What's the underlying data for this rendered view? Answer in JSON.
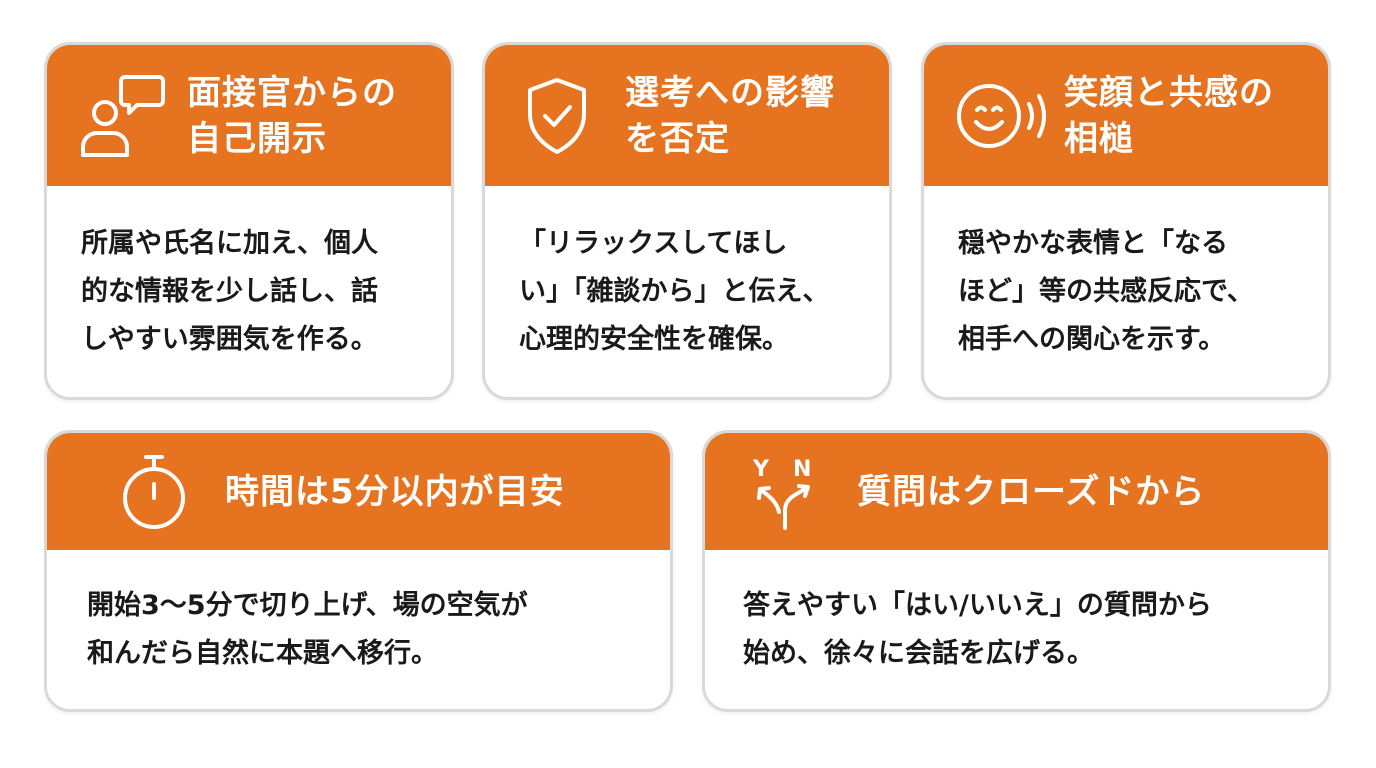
{
  "cards": [
    {
      "icon": "person-speech-bubble-icon",
      "title_lines": [
        "面接官からの",
        "自己開示"
      ],
      "body_lines": [
        "所属や氏名に加え、個人",
        "的な情報を少し話し、話",
        "しやすい雰囲気を作る。"
      ]
    },
    {
      "icon": "shield-check-icon",
      "title_lines": [
        "選考への影響",
        "を否定"
      ],
      "body_lines": [
        "「リラックスしてほし",
        "い」「雑談から」と伝え、",
        "心理的安全性を確保。"
      ]
    },
    {
      "icon": "smiling-face-icon",
      "title_lines": [
        "笑顔と共感の",
        "相槌"
      ],
      "body_lines": [
        "穏やかな表情と「なる",
        "ほど」等の共感反応で、",
        "相手への関心を示す。"
      ]
    },
    {
      "icon": "stopwatch-icon",
      "title_lines": [
        "時間は5分以内が目安"
      ],
      "body_lines": [
        "開始3～5分で切り上げ、場の空気が",
        "和んだら自然に本題へ移行。"
      ]
    },
    {
      "icon": "yes-no-branch-icon",
      "icon_letters": [
        "Y",
        "N"
      ],
      "title_lines": [
        "質問はクローズドから"
      ],
      "body_lines": [
        "答えやすい「はい/いいえ」の質問から",
        "始め、徐々に会話を広げる。"
      ]
    }
  ],
  "colors": {
    "header": "#e57320",
    "border": "#d9d9d9",
    "body_text": "#1a1a1a",
    "header_text": "#ffffff"
  }
}
